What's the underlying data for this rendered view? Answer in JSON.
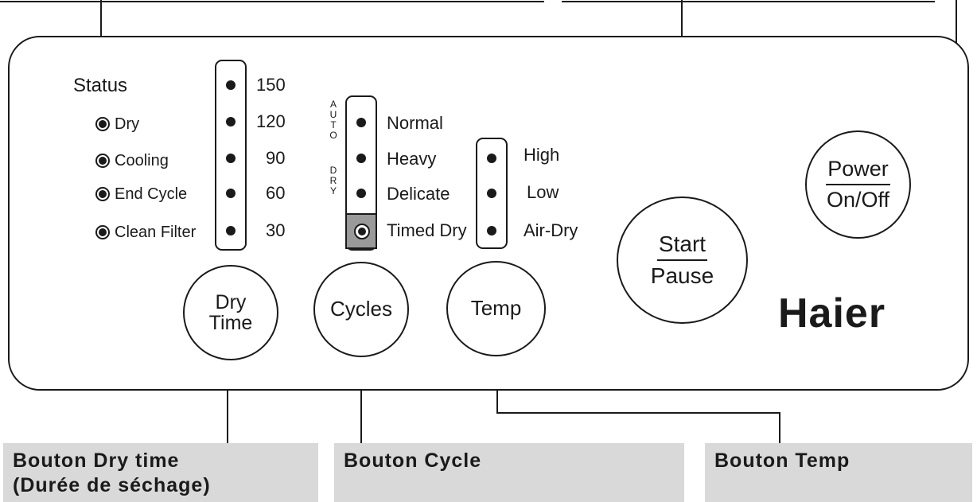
{
  "status": {
    "title": "Status",
    "items": [
      "Dry",
      "Cooling",
      "End Cycle",
      "Clean Filter"
    ]
  },
  "dry_time": {
    "values": [
      "150",
      "120",
      "90",
      "60",
      "30"
    ]
  },
  "cycles": {
    "auto_label": [
      "A",
      "U",
      "T",
      "O"
    ],
    "dry_label": [
      "D",
      "R",
      "Y"
    ],
    "options": [
      "Normal",
      "Heavy",
      "Delicate",
      "Timed Dry"
    ]
  },
  "temp": {
    "options": [
      "High",
      "Low",
      "Air-Dry"
    ]
  },
  "buttons": {
    "dry_time": [
      "Dry",
      "Time"
    ],
    "cycles": "Cycles",
    "temp": "Temp",
    "start_top": "Start",
    "start_bottom": "Pause",
    "power_top": "Power",
    "power_bottom": "On/Off"
  },
  "brand": "Haier",
  "callouts": {
    "dry_time": [
      "Bouton Dry time",
      "(Durée de séchage)"
    ],
    "cycle": "Bouton Cycle",
    "temp": "Bouton Temp"
  }
}
